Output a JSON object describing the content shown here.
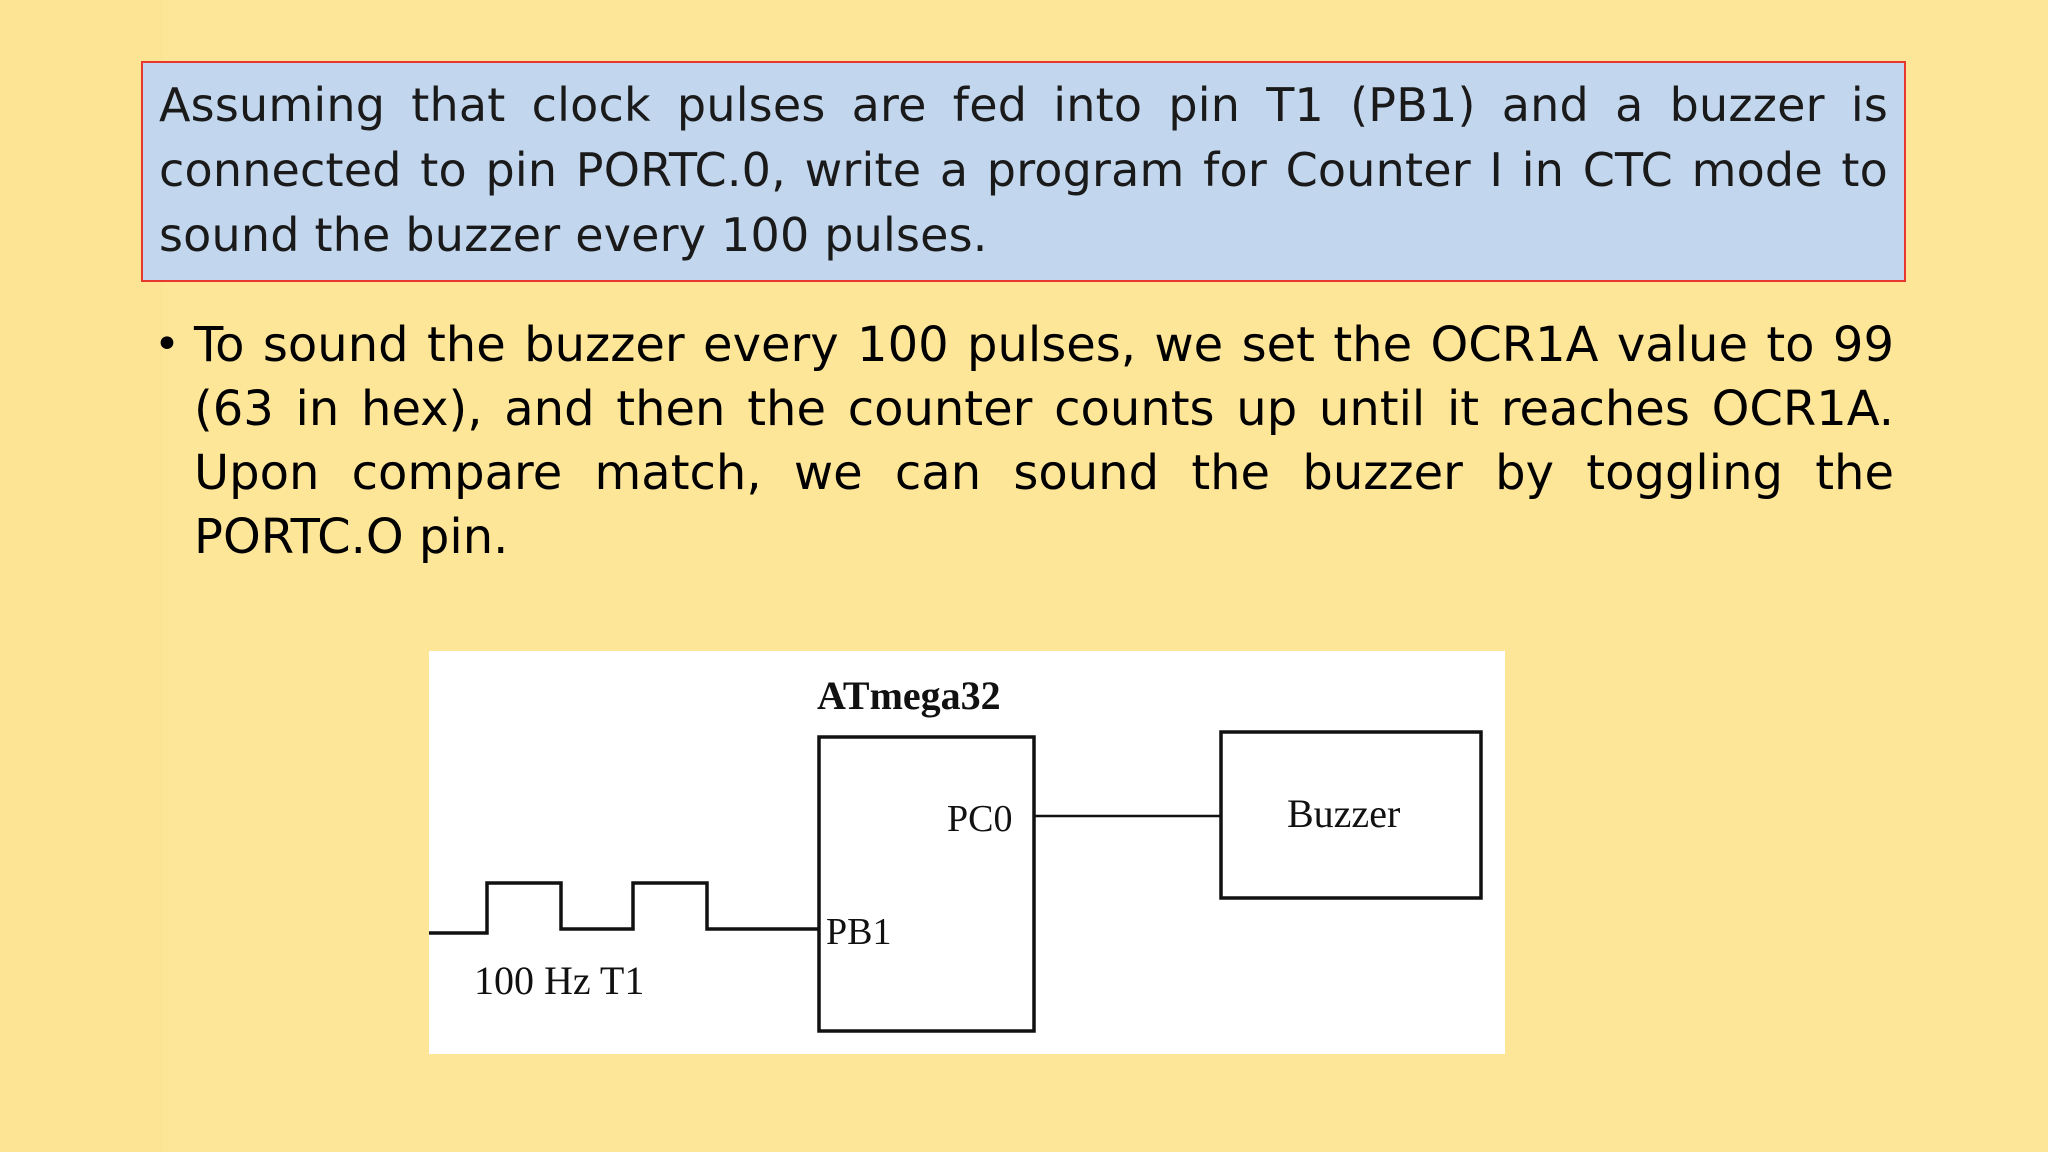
{
  "slide": {
    "question": "Assuming that clock pulses are fed into pin T1 (PB1) and a buzzer is connected to pin PORTC.0, write a program for Counter I in CTC mode to sound the buzzer every 100 pulses.",
    "bullet_symbol": "•",
    "bullet_text": "To sound the buzzer every 100 pulses, we set the OCR1A value to 99 (63 in hex), and then the counter counts up until it reaches OCR1A. Upon compare match, we can sound the buzzer by toggling the PORTC.O pin."
  },
  "diagram": {
    "chip_title": "ATmega32",
    "pin_out": "PC0",
    "pin_in": "PB1",
    "device": "Buzzer",
    "signal_label": "100 Hz T1"
  },
  "colors": {
    "background": "#fee699",
    "question_fill": "#c2d6ed",
    "question_border": "#e8372e"
  }
}
